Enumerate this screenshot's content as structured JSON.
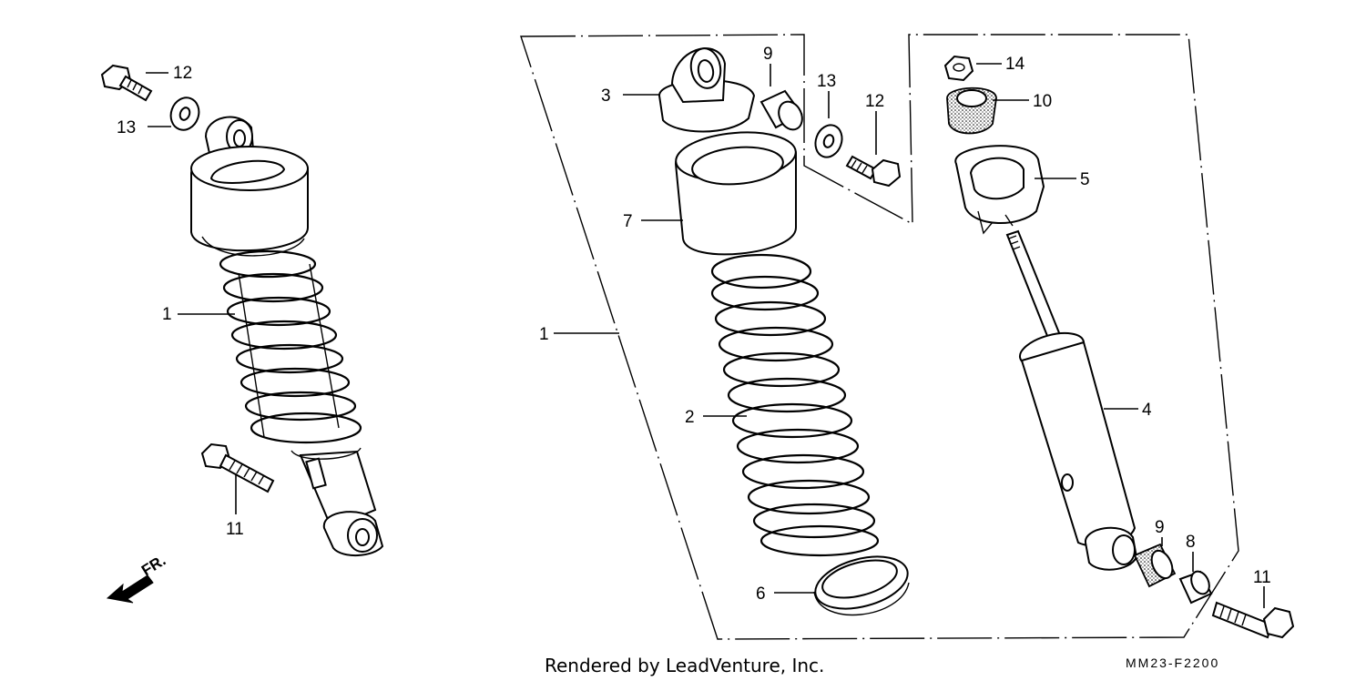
{
  "callouts": {
    "left_12": "12",
    "left_13": "13",
    "left_1": "1",
    "left_11": "11",
    "fr_label": "FR.",
    "top_9": "9",
    "top_3": "3",
    "top_13": "13",
    "top_12": "12",
    "top_14": "14",
    "top_10": "10",
    "top_5": "5",
    "top_7": "7",
    "mid_1": "1",
    "mid_2": "2",
    "mid_4": "4",
    "mid_6": "6",
    "bot_9": "9",
    "bot_8": "8",
    "bot_11": "11"
  },
  "footer": {
    "rendered_by": "Rendered by LeadVenture, Inc.",
    "diagram_code": "MM23-F2200"
  }
}
